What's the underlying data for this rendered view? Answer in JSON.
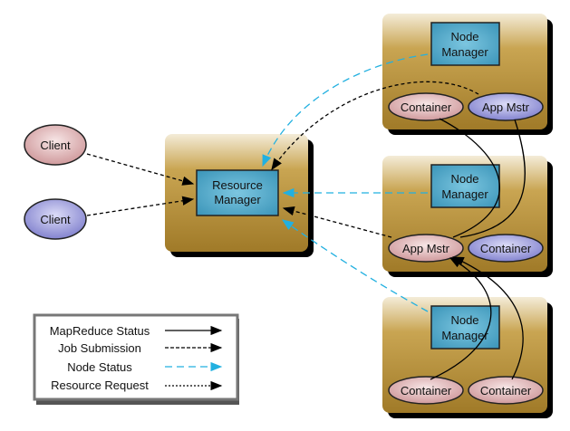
{
  "clients": [
    {
      "label": "Client",
      "color": "#d9a3a6"
    },
    {
      "label": "Client",
      "color": "#8c8cd6"
    }
  ],
  "resource_manager": {
    "line1": "Resource",
    "line2": "Manager"
  },
  "nodes": [
    {
      "nm1": "Node",
      "nm2": "Manager",
      "left": {
        "label": "Container",
        "color": "#d9a3a6"
      },
      "right": {
        "label": "App Mstr",
        "color": "#8c8cd6"
      }
    },
    {
      "nm1": "Node",
      "nm2": "Manager",
      "left": {
        "label": "App Mstr",
        "color": "#d9a3a6"
      },
      "right": {
        "label": "Container",
        "color": "#8c8cd6"
      }
    },
    {
      "nm1": "Node",
      "nm2": "Manager",
      "left": {
        "label": "Container",
        "color": "#d9a3a6"
      },
      "right": {
        "label": "Container",
        "color": "#d9a3a6"
      }
    }
  ],
  "legend": [
    {
      "label": "MapReduce Status",
      "style": "solid",
      "color": "#000000"
    },
    {
      "label": "Job Submission",
      "style": "dashed",
      "color": "#000000"
    },
    {
      "label": "Node Status",
      "style": "long-dashed",
      "color": "#22b0e0"
    },
    {
      "label": "Resource Request",
      "style": "dotted",
      "color": "#000000"
    }
  ],
  "colors": {
    "node_box": "#b8913a",
    "manager_box": "#3f9cc0",
    "node_status": "#22b0e0"
  }
}
